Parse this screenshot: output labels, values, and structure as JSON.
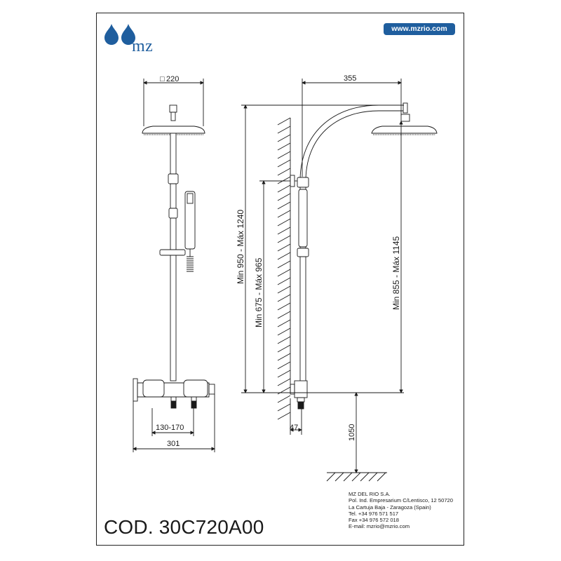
{
  "brand": {
    "logo_text": "mz",
    "website": "www.mzrio.com",
    "logo_color": "#1f5e9e",
    "badge_color": "#1f5e9e"
  },
  "product": {
    "code": "COD. 30C720A00"
  },
  "company": {
    "lines": [
      "MZ DEL RIO S.A.",
      "Pol. Ind. Empresarium C/Lentisco, 12  50720",
      "La Cartuja Baja - Zaragoza (Spain)",
      "Tel. +34 976 571 517",
      "Fax +34 976 572 018",
      "E-mail: mzrio@mzrio.com"
    ]
  },
  "dimensions": {
    "head_size": "220",
    "head_size_symbol": "□",
    "arm_reach": "355",
    "height_total": "Min 950 - Máx 1240",
    "height_handset": "Min 675 - Máx 965",
    "height_head": "Min 855 - Máx 1145",
    "inlet_spacing": "130-170",
    "mixer_width": "301",
    "wall_offset": "47",
    "floor_height": "1050"
  }
}
